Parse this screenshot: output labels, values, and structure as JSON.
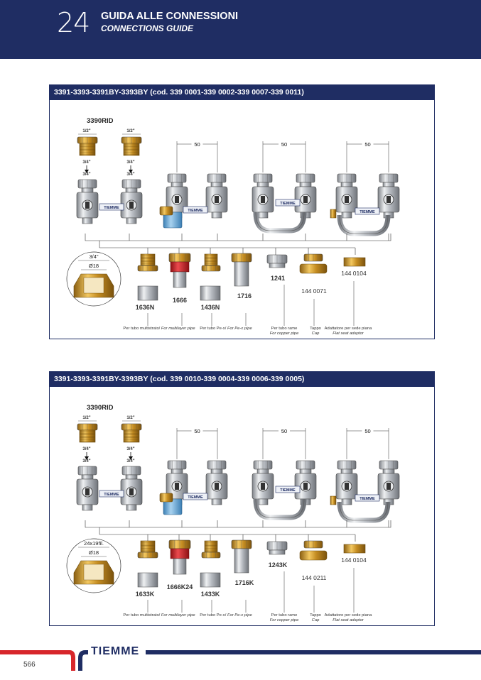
{
  "header": {
    "number": "24",
    "title_it": "GUIDA ALLE CONNESSIONI",
    "title_en": "CONNECTIONS GUIDE"
  },
  "panels": [
    {
      "title": "3391-3393-3391BY-3393BY (cod. 339 0001-339 0002-339 0007-339 0011)",
      "adaptor": "3390RID",
      "thread_top": "1/2\"",
      "thread_bottom": "3/4\"",
      "dim": "50",
      "detail_label": "3/4\"",
      "detail_diam": "Ø18",
      "codes": [
        "1636N",
        "1666",
        "1436N",
        "1716",
        "1241",
        "144 0071",
        "144 0104"
      ],
      "captions": [
        {
          "it": "Per tubo multistrato/",
          "en": "For multilayer pipe"
        },
        {
          "it": "Per tubo Pe-x/",
          "en": "For Pe-x pipe"
        },
        {
          "it": "Per tubo rame",
          "en": "For copper pipe"
        },
        {
          "it": "Tappo",
          "en": "Cap"
        },
        {
          "it": "Adattatore per sede piana",
          "en": "Flat seat adaptor"
        }
      ]
    },
    {
      "title": "3391-3393-3391BY-3393BY (cod. 339 0010-339 0004-339 0006-339 0005)",
      "adaptor": "3390RID",
      "thread_top": "1/2\"",
      "thread_bottom": "3/4\"",
      "dim": "50",
      "detail_label": "24x19fil.",
      "detail_diam": "Ø18",
      "codes": [
        "1633K",
        "1666K24",
        "1433K",
        "1716K",
        "1243K",
        "144 0211",
        "144 0104"
      ],
      "captions": [
        {
          "it": "Per tubo multistrato/",
          "en": "For multilayer pipe"
        },
        {
          "it": "Per tubo Pe-x/",
          "en": "For Pe-x pipe"
        },
        {
          "it": "Per tubo rame",
          "en": "For copper pipe"
        },
        {
          "it": "Tappo",
          "en": "Cap"
        },
        {
          "it": "Adattatore per sede piana",
          "en": "Flat seat adaptor"
        }
      ]
    }
  ],
  "footer": {
    "brand": "TIEMME",
    "page": "566",
    "valve_label": "TIEMME"
  },
  "colors": {
    "navy": "#1f2d63",
    "red": "#d7262b",
    "brass": "#d9a433",
    "chrome": "#c9ccd1"
  }
}
